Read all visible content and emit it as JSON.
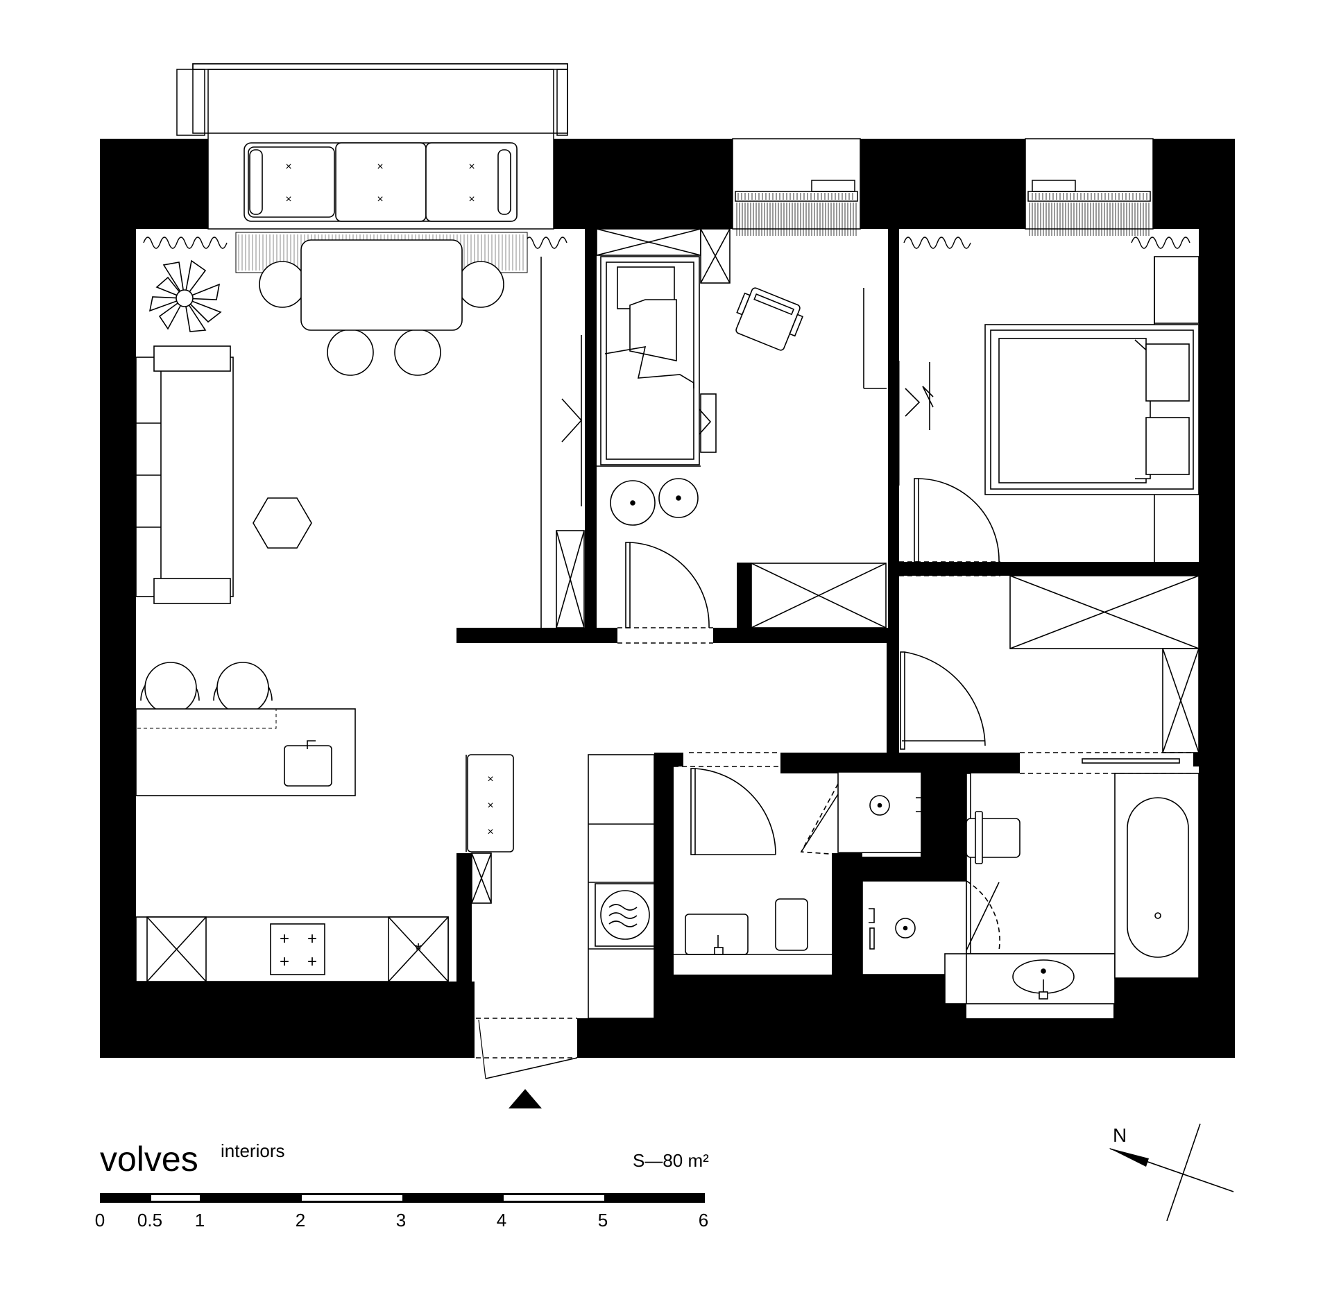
{
  "brand": {
    "name": "volves",
    "suffix": "interiors"
  },
  "area": "S—80 m²",
  "scale_labels": [
    "0",
    "0.5",
    "1",
    "2",
    "3",
    "4",
    "5",
    "6"
  ],
  "compass": {
    "north_label": "N"
  }
}
